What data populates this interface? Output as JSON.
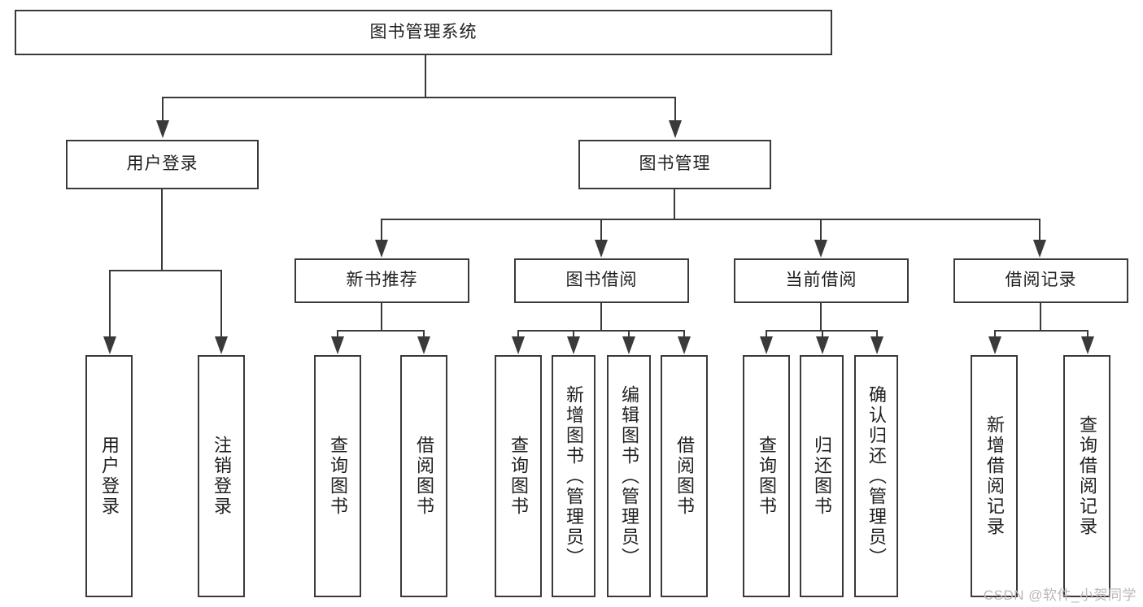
{
  "diagram": {
    "type": "hierarchy-tree",
    "title": "图书管理系统",
    "root": {
      "id": "root",
      "label": "图书管理系统",
      "orientation": "horizontal"
    },
    "level1": [
      {
        "id": "user-login",
        "label": "用户登录",
        "orientation": "horizontal"
      },
      {
        "id": "book-management",
        "label": "图书管理",
        "orientation": "horizontal"
      }
    ],
    "level2": [
      {
        "id": "new-book-recommend",
        "label": "新书推荐",
        "orientation": "horizontal",
        "parent": "book-management"
      },
      {
        "id": "book-borrow",
        "label": "图书借阅",
        "orientation": "horizontal",
        "parent": "book-management"
      },
      {
        "id": "current-borrow",
        "label": "当前借阅",
        "orientation": "horizontal",
        "parent": "book-management"
      },
      {
        "id": "borrow-record",
        "label": "借阅记录",
        "orientation": "horizontal",
        "parent": "book-management"
      }
    ],
    "leaves": [
      {
        "id": "leaf-user-login",
        "label": "用户登录",
        "orientation": "vertical",
        "parent": "user-login"
      },
      {
        "id": "leaf-logout-login",
        "label": "注销登录",
        "orientation": "vertical",
        "parent": "user-login"
      },
      {
        "id": "leaf-query-book-1",
        "label": "查询图书",
        "orientation": "vertical",
        "parent": "new-book-recommend"
      },
      {
        "id": "leaf-borrow-book-1",
        "label": "借阅图书",
        "orientation": "vertical",
        "parent": "new-book-recommend"
      },
      {
        "id": "leaf-query-book-2",
        "label": "查询图书",
        "orientation": "vertical",
        "parent": "book-borrow"
      },
      {
        "id": "leaf-add-book-admin",
        "label": "新增图书（管理员）",
        "orientation": "vertical",
        "parent": "book-borrow"
      },
      {
        "id": "leaf-edit-book-admin",
        "label": "编辑图书（管理员）",
        "orientation": "vertical",
        "parent": "book-borrow"
      },
      {
        "id": "leaf-borrow-book-2",
        "label": "借阅图书",
        "orientation": "vertical",
        "parent": "book-borrow"
      },
      {
        "id": "leaf-query-book-3",
        "label": "查询图书",
        "orientation": "vertical",
        "parent": "current-borrow"
      },
      {
        "id": "leaf-return-book",
        "label": "归还图书",
        "orientation": "vertical",
        "parent": "current-borrow"
      },
      {
        "id": "leaf-confirm-return-admin",
        "label": "确认归还（管理员）",
        "orientation": "vertical",
        "parent": "current-borrow"
      },
      {
        "id": "leaf-add-borrow-record",
        "label": "新增借阅记录",
        "orientation": "vertical",
        "parent": "borrow-record"
      },
      {
        "id": "leaf-query-borrow-record",
        "label": "查询借阅记录",
        "orientation": "vertical",
        "parent": "borrow-record"
      }
    ],
    "colors": {
      "stroke": "#3a3a3a",
      "fill": "#ffffff",
      "text": "#1f1f1f",
      "watermark": "#b9b9b9"
    }
  },
  "watermark": {
    "text": "CSDN @软件_小贺同学"
  }
}
